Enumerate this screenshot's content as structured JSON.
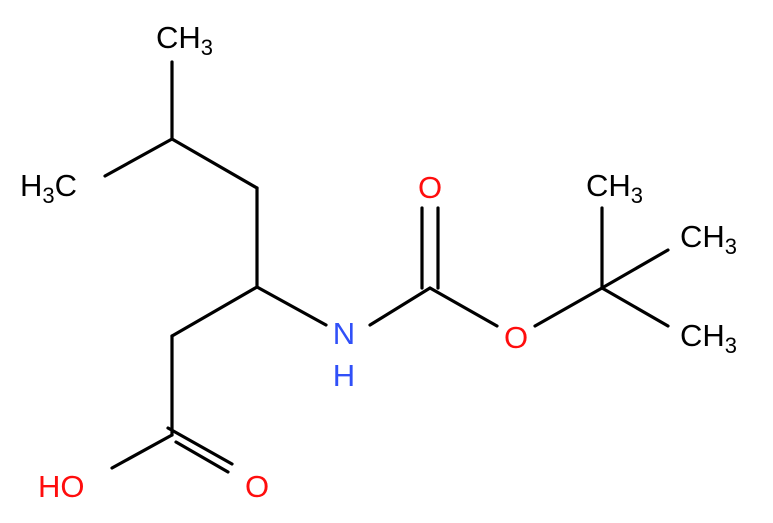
{
  "molecule": {
    "colors": {
      "carbon": "#000000",
      "oxygen": "#ff0d0d",
      "nitrogen": "#3050f8",
      "background": "#ffffff"
    },
    "labels": {
      "methyl_top": {
        "main": "CH",
        "sub": "3"
      },
      "methyl_left": {
        "main": "H",
        "sub": "3",
        "tail": "C"
      },
      "tbu_methyl_1": {
        "main": "CH",
        "sub": "3"
      },
      "tbu_methyl_2": {
        "main": "CH",
        "sub": "3"
      },
      "tbu_methyl_3": {
        "main": "CH",
        "sub": "3"
      },
      "carbonyl_oxygen_boc": "O",
      "ester_oxygen": "O",
      "amine_nitrogen": "N",
      "amine_hydrogen": "H",
      "hydroxyl": "HO",
      "carbonyl_oxygen_acid": "O"
    }
  }
}
